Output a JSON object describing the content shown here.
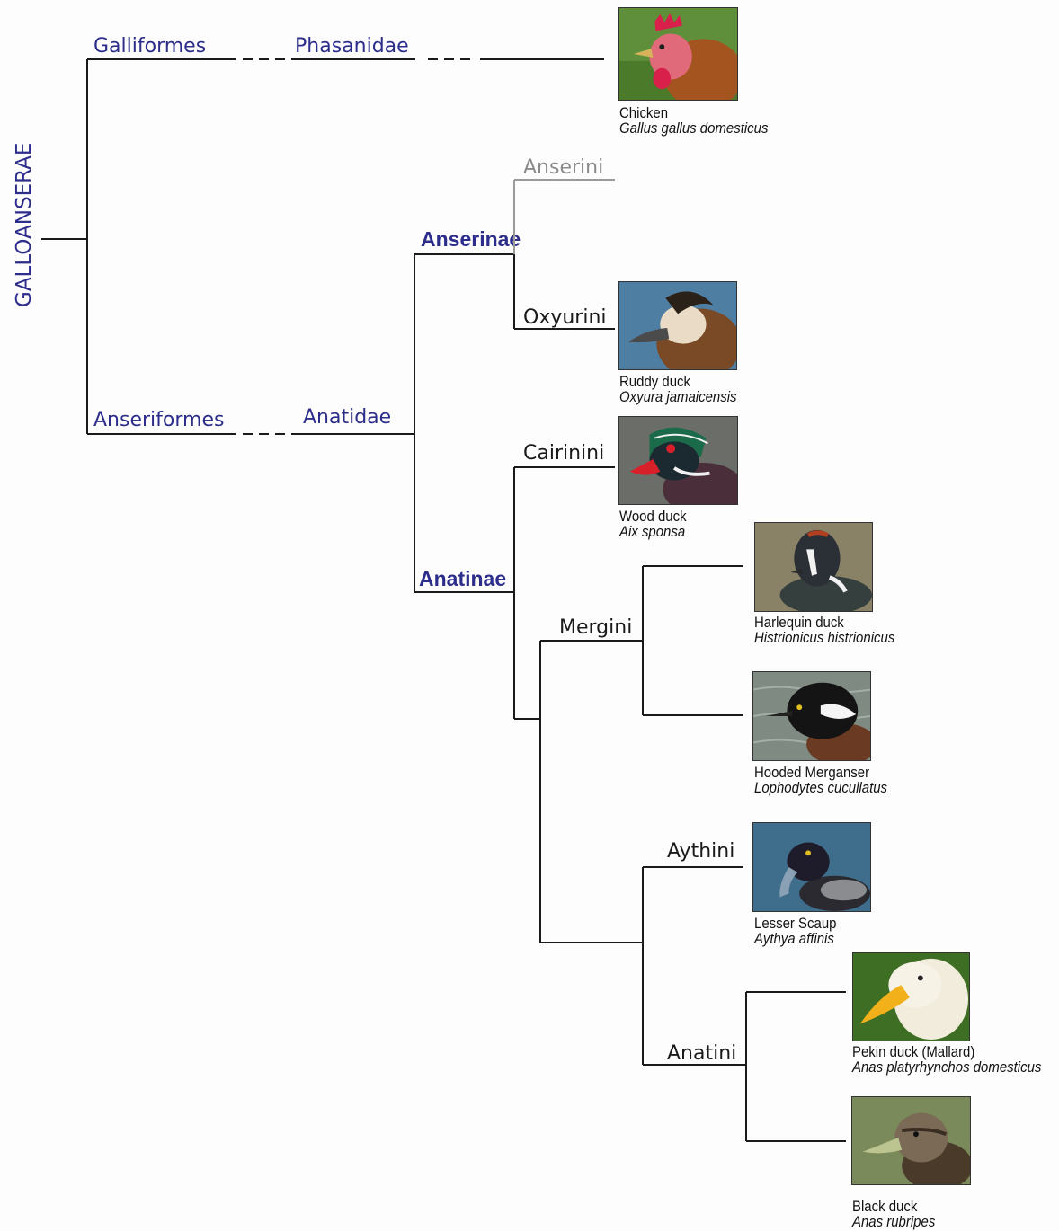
{
  "root_label": "GALLOANSERAE",
  "orders": {
    "galliformes": "Galliformes",
    "anseriformes": "Anseriformes"
  },
  "families": {
    "phasanidae": "Phasanidae",
    "anatidae": "Anatidae"
  },
  "subfamilies": {
    "anserinae": "Anserinae",
    "anatinae": "Anatinae"
  },
  "tribes": {
    "anserini": "Anserini",
    "oxyurini": "Oxyurini",
    "cairinini": "Cairinini",
    "mergini": "Mergini",
    "aythini": "Aythini",
    "anatini": "Anatini"
  },
  "species": [
    {
      "common": "Chicken",
      "scientific": "Gallus gallus domesticus",
      "photo": "chicken-photo"
    },
    {
      "common": "Ruddy duck",
      "scientific": "Oxyura jamaicensis",
      "photo": "ruddy-duck-photo"
    },
    {
      "common": "Wood duck",
      "scientific": "Aix sponsa",
      "photo": "wood-duck-photo"
    },
    {
      "common": "Harlequin duck",
      "scientific": "Histrionicus histrionicus",
      "photo": "harlequin-duck-photo"
    },
    {
      "common": "Hooded Merganser",
      "scientific": "Lophodytes cucullatus",
      "photo": "hooded-merganser-photo"
    },
    {
      "common": "Lesser Scaup",
      "scientific": "Aythya affinis",
      "photo": "lesser-scaup-photo"
    },
    {
      "common": "Pekin duck (Mallard)",
      "scientific": "Anas platyrhynchos domesticus",
      "photo": "pekin-duck-photo"
    },
    {
      "common": "Black duck",
      "scientific": "Anas rubripes",
      "photo": "black-duck-photo"
    }
  ],
  "colors": {
    "taxon_blue": "#2d2d8c",
    "branch": "#1a1a1a",
    "anserini_grey": "#8a8a8a"
  }
}
